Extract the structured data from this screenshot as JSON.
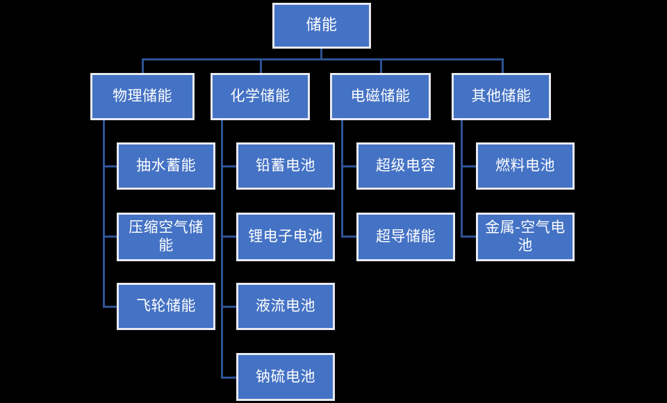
{
  "diagram": {
    "title_node": {
      "label": "储能"
    },
    "colors": {
      "node_fill": "#4472C4",
      "node_border": "#E8EAF2",
      "node_text": "#FFFFFF",
      "connector": "#2E5496",
      "background": "#000000"
    },
    "levels": {
      "level2": [
        {
          "label": "物理储能"
        },
        {
          "label": "化学储能"
        },
        {
          "label": "电磁储能"
        },
        {
          "label": "其他储能"
        }
      ],
      "level3": {
        "physical": [
          {
            "label": "抽水蓄能"
          },
          {
            "label": "压缩空气储能"
          },
          {
            "label": "飞轮储能"
          }
        ],
        "chemical": [
          {
            "label": "铅蓄电池"
          },
          {
            "label": "锂电子电池"
          },
          {
            "label": "液流电池"
          },
          {
            "label": "钠硫电池"
          }
        ],
        "electromagnetic": [
          {
            "label": "超级电容"
          },
          {
            "label": "超导储能"
          }
        ],
        "other": [
          {
            "label": "燃料电池"
          },
          {
            "label": "金属-空气电池"
          }
        ]
      }
    }
  }
}
